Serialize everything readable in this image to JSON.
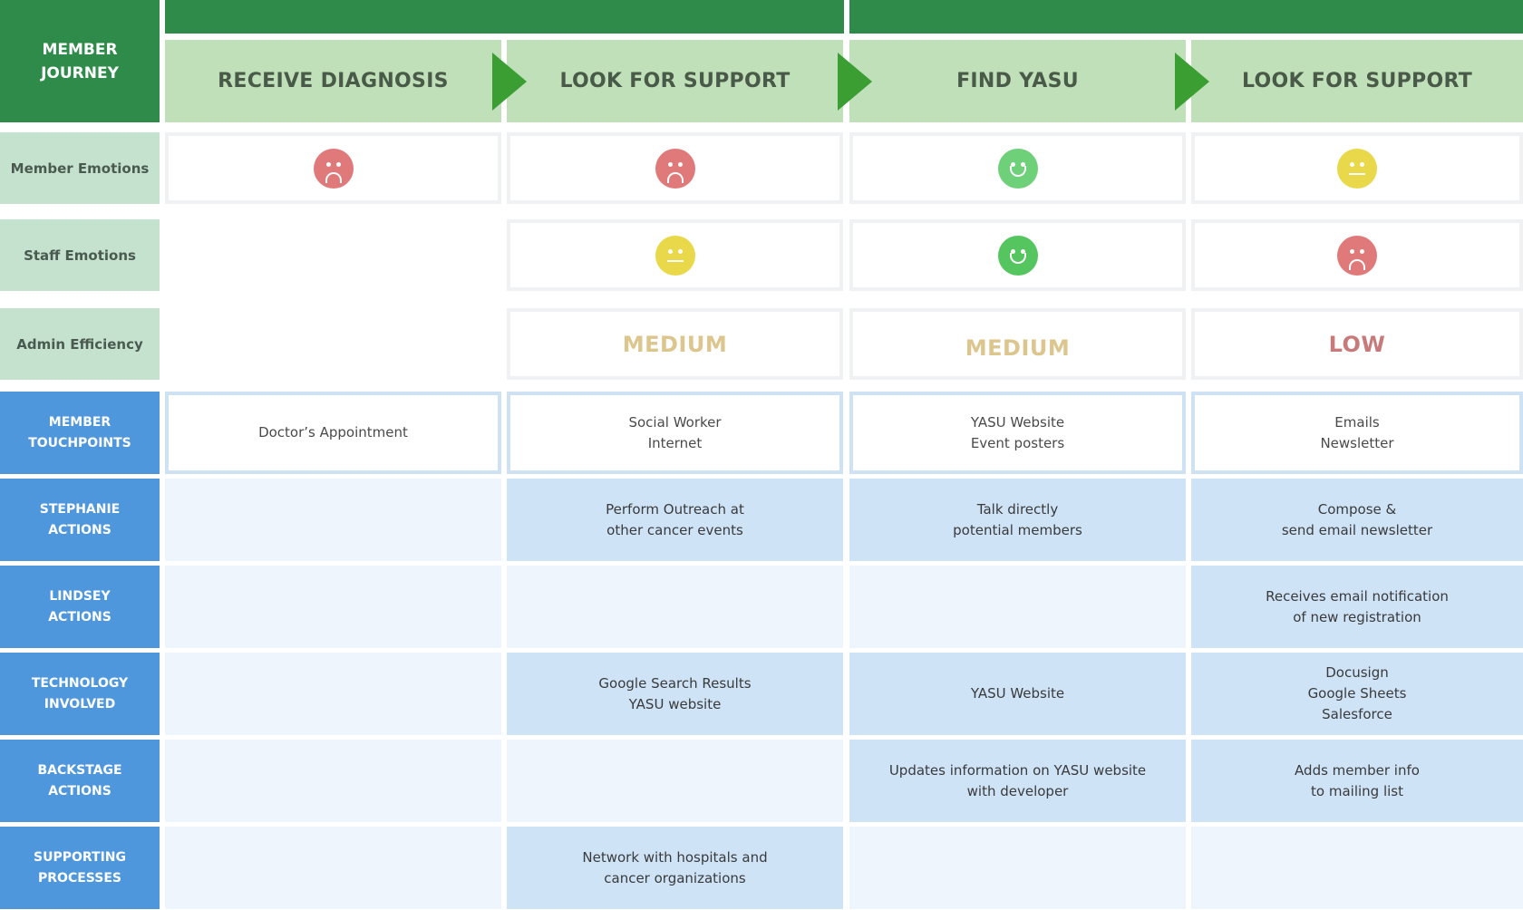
{
  "corner_label": "MEMBER\nJOURNEY",
  "stages": [
    "RECEIVE DIAGNOSIS",
    "LOOK FOR SUPPORT",
    "FIND YASU",
    "LOOK FOR SUPPORT"
  ],
  "rows": {
    "member_emotions": {
      "label": "Member Emotions",
      "values": [
        "sad",
        "sad",
        "happy",
        "neutral"
      ]
    },
    "staff_emotions": {
      "label": "Staff Emotions",
      "values": [
        "",
        "neutral",
        "happy",
        "sad"
      ]
    },
    "admin_efficiency": {
      "label": "Admin Efficiency",
      "values": [
        "",
        "MEDIUM",
        "MEDIUM",
        "LOW"
      ]
    },
    "member_touchpoints": {
      "label": "MEMBER\nTOUCHPOINTS",
      "values": [
        "Doctor’s Appointment",
        "Social Worker\nInternet",
        "YASU Website\nEvent posters",
        "Emails\nNewsletter"
      ]
    },
    "stephanie_actions": {
      "label": "STEPHANIE\nACTIONS",
      "values": [
        "",
        "Perform Outreach at\nother cancer events",
        "Talk directly\npotential members",
        "Compose &\nsend email newsletter"
      ]
    },
    "lindsey_actions": {
      "label": "LINDSEY\nACTIONS",
      "values": [
        "",
        "",
        "",
        "Receives email notification\nof new registration"
      ]
    },
    "technology_involved": {
      "label": "TECHNOLOGY\nINVOLVED",
      "values": [
        "",
        "Google Search Results\nYASU website",
        "YASU Website",
        "Docusign\nGoogle Sheets\nSalesforce"
      ]
    },
    "backstage_actions": {
      "label": "BACKSTAGE\nACTIONS",
      "values": [
        "",
        "",
        "Updates information on YASU website\nwith developer",
        "Adds member info\nto mailing list"
      ]
    },
    "supporting_processes": {
      "label": "SUPPORTING\nPROCESSES",
      "values": [
        "",
        "Network with hospitals and\ncancer organizations",
        "",
        ""
      ]
    }
  },
  "colors": {
    "sad": "#e07a7a",
    "happy": "#6fd07a",
    "neutral": "#e8d84a",
    "happy_staff": "#55c65f",
    "medium": "#dcc68e",
    "low": "#c87a7a"
  }
}
